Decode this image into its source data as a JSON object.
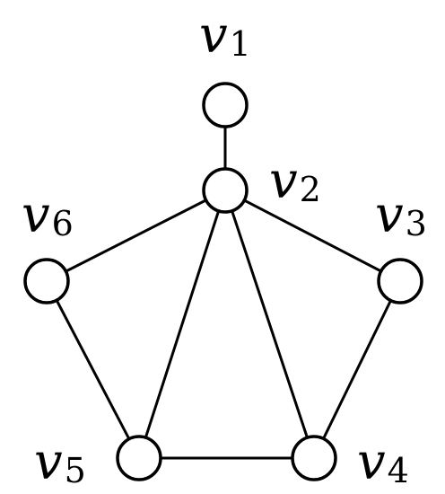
{
  "graph": {
    "nodes": [
      {
        "id": "v1",
        "symbol": "v",
        "index": "1"
      },
      {
        "id": "v2",
        "symbol": "v",
        "index": "2"
      },
      {
        "id": "v3",
        "symbol": "v",
        "index": "3"
      },
      {
        "id": "v4",
        "symbol": "v",
        "index": "4"
      },
      {
        "id": "v5",
        "symbol": "v",
        "index": "5"
      },
      {
        "id": "v6",
        "symbol": "v",
        "index": "6"
      }
    ],
    "edges": [
      [
        "v1",
        "v2"
      ],
      [
        "v2",
        "v3"
      ],
      [
        "v2",
        "v4"
      ],
      [
        "v2",
        "v5"
      ],
      [
        "v2",
        "v6"
      ],
      [
        "v3",
        "v4"
      ],
      [
        "v4",
        "v5"
      ],
      [
        "v5",
        "v6"
      ]
    ]
  }
}
